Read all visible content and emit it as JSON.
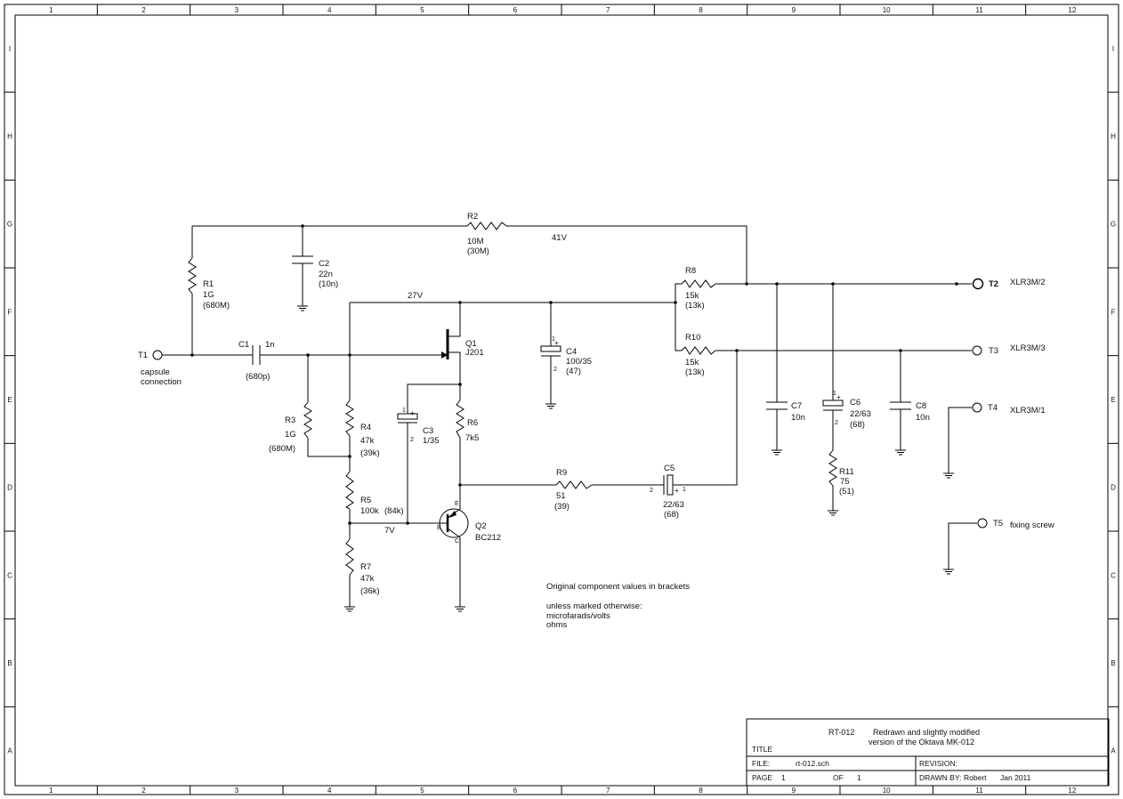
{
  "frame": {
    "columns": [
      "1",
      "2",
      "3",
      "4",
      "5",
      "6",
      "7",
      "8",
      "9",
      "10",
      "11",
      "12"
    ],
    "rows": [
      "I",
      "H",
      "G",
      "F",
      "E",
      "D",
      "C",
      "B",
      "A"
    ]
  },
  "nets": {
    "v41": "41V",
    "v27": "27V",
    "v7": "7V"
  },
  "terminals": {
    "t1": {
      "ref": "T1",
      "desc_line1": "capsule",
      "desc_line2": "connection"
    },
    "t2": {
      "ref": "T2",
      "desc": "XLR3M/2"
    },
    "t3": {
      "ref": "T3",
      "desc": "XLR3M/3"
    },
    "t4": {
      "ref": "T4",
      "desc": "XLR3M/1"
    },
    "t5": {
      "ref": "T5",
      "desc": "fixing screw"
    }
  },
  "components": {
    "r1": {
      "ref": "R1",
      "value": "1G",
      "orig": "(680M)"
    },
    "r2": {
      "ref": "R2",
      "value": "10M",
      "orig": "(30M)"
    },
    "r3": {
      "ref": "R3",
      "value": "1G",
      "orig": "(680M)"
    },
    "r4": {
      "ref": "R4",
      "value": "47k",
      "orig": "(39k)"
    },
    "r5": {
      "ref": "R5",
      "value": "100k",
      "orig": "(84k)"
    },
    "r6": {
      "ref": "R6",
      "value": "7k5"
    },
    "r7": {
      "ref": "R7",
      "value": "47k",
      "orig": "(36k)"
    },
    "r8": {
      "ref": "R8",
      "value": "15k",
      "orig": "(13k)"
    },
    "r9": {
      "ref": "R9",
      "value": "51",
      "orig": "(39)"
    },
    "r10": {
      "ref": "R10",
      "value": "15k",
      "orig": "(13k)"
    },
    "r11": {
      "ref": "R11",
      "value": "75",
      "orig": "(51)"
    },
    "c1": {
      "ref": "C1",
      "value": "1n",
      "orig": "(680p)"
    },
    "c2": {
      "ref": "C2",
      "value": "22n",
      "orig": "(10n)"
    },
    "c3": {
      "ref": "C3",
      "value": "1/35"
    },
    "c4": {
      "ref": "C4",
      "value": "100/35",
      "orig": "(47)"
    },
    "c5": {
      "ref": "C5",
      "value": "22/63",
      "orig": "(68)"
    },
    "c6": {
      "ref": "C6",
      "value": "22/63",
      "orig": "(68)"
    },
    "c7": {
      "ref": "C7",
      "value": "10n"
    },
    "c8": {
      "ref": "C8",
      "value": "10n"
    },
    "q1": {
      "ref": "Q1",
      "value": "J201"
    },
    "q2": {
      "ref": "Q2",
      "value": "BC212",
      "pin_e": "E",
      "pin_b": "B",
      "pin_c": "C"
    },
    "pin1": "1",
    "pin2": "2",
    "plus": "+"
  },
  "notes": {
    "line1": "Original component values in brackets",
    "line2": "unless marked otherwise:",
    "line3": "microfarads/volts",
    "line4": "ohms"
  },
  "title_block": {
    "doc_number": "RT-012",
    "desc_line1": "Redrawn and slightly modified",
    "desc_line2": "version of the Oktava MK-012",
    "title_label": "TITLE",
    "file_label": "FILE:",
    "file_value": "rt-012.sch",
    "revision_label": "REVISION:",
    "page_label": "PAGE",
    "page_value": "1",
    "of_label": "OF",
    "of_value": "1",
    "drawn_label": "DRAWN BY:",
    "drawn_value": "Robert",
    "date_value": "Jan 2011"
  }
}
